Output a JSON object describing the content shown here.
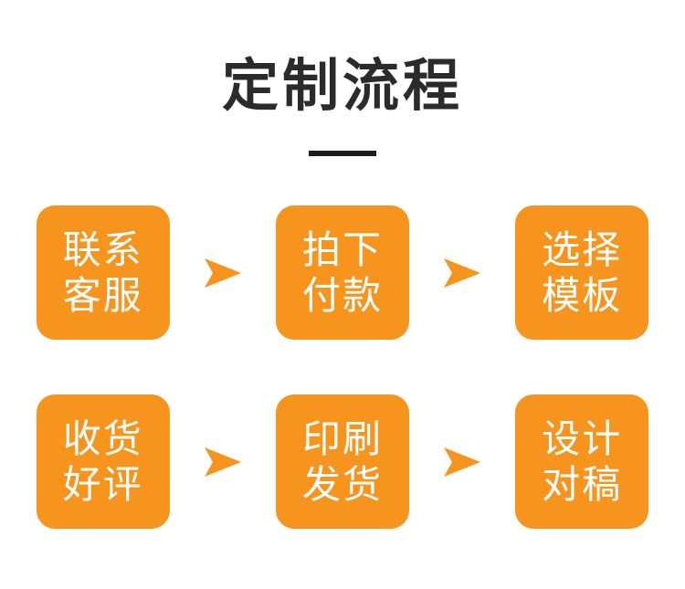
{
  "header": {
    "title": "定制流程",
    "rule": "title-underline"
  },
  "colors": {
    "box_orange": "#f7941d",
    "title_dark": "#2b2b2b",
    "rule_dark": "#1d1d1d",
    "box_text": "#ffffff",
    "background": "#ffffff"
  },
  "flow": {
    "rows": [
      {
        "steps": [
          {
            "line1": "联系",
            "line2": "客服"
          },
          {
            "line1": "拍下",
            "line2": "付款"
          },
          {
            "line1": "选择",
            "line2": "模板"
          }
        ],
        "arrows": [
          {
            "icon": "arrow-right-icon"
          },
          {
            "icon": "arrow-right-icon"
          }
        ]
      },
      {
        "steps": [
          {
            "line1": "收货",
            "line2": "好评"
          },
          {
            "line1": "印刷",
            "line2": "发货"
          },
          {
            "line1": "设计",
            "line2": "对稿"
          }
        ],
        "arrows": [
          {
            "icon": "arrow-right-icon"
          },
          {
            "icon": "arrow-right-icon"
          }
        ]
      }
    ]
  }
}
